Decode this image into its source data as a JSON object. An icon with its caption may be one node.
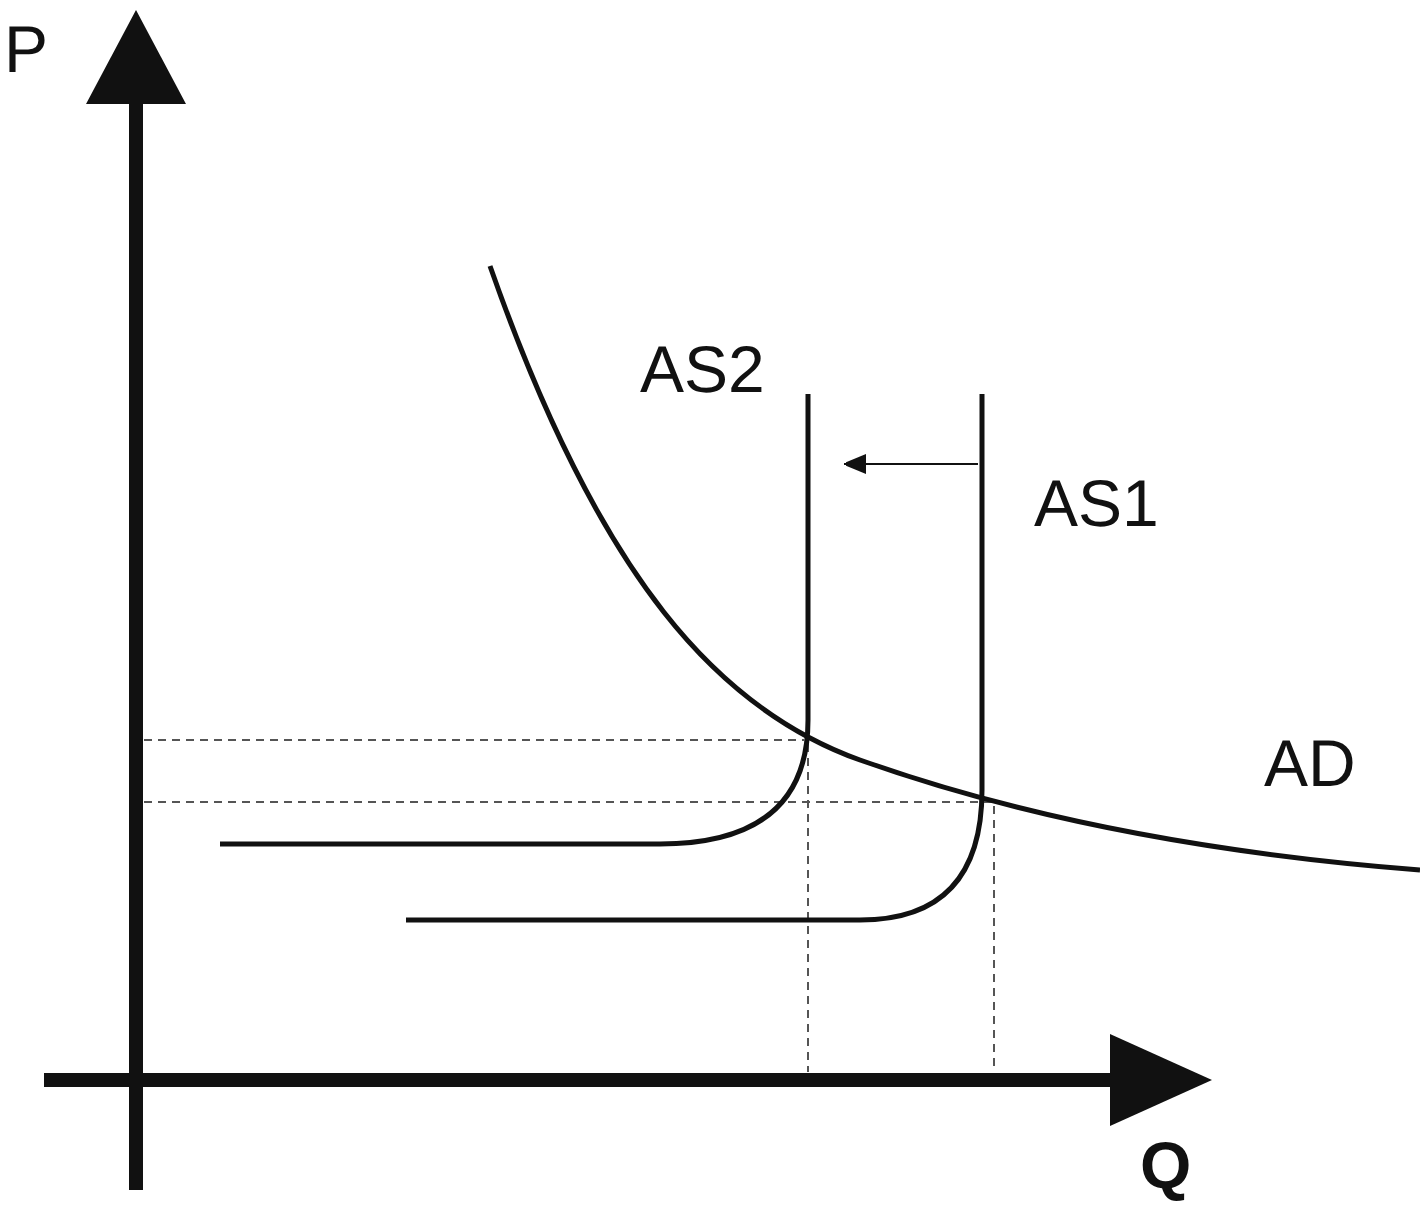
{
  "diagram": {
    "labels": [
      "P",
      "AS2",
      "AS1",
      "AD",
      "Q"
    ]
  }
}
